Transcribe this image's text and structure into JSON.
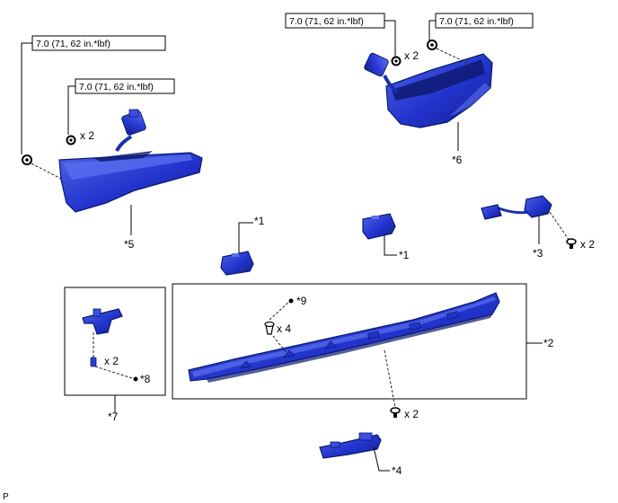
{
  "torque_labels": [
    "7.0 (71, 62 in.*lbf)",
    "7.0 (71, 62 in.*lbf)",
    "7.0 (71, 62 in.*lbf)",
    "7.0 (71, 62 in.*lbf)"
  ],
  "callouts": {
    "c5": "*5",
    "c6": "*6",
    "c1a": "*1",
    "c1b": "*1",
    "c3": "*3",
    "c9": "*9",
    "c2": "*2",
    "c7": "*7",
    "c8": "*8",
    "c4": "*4"
  },
  "quantities": {
    "q_left_bolt": "x 2",
    "q_right_bolt": "x 2",
    "q_screw_3": "x 2",
    "q_clip_9": "x 4",
    "q_clip_8": "x 2",
    "q_screw_2": "x 2"
  },
  "corner_mark": "P",
  "colors": {
    "part_blue": "#2233cc",
    "part_dark": "#0b1a6e",
    "part_light": "#4d63e8"
  },
  "icons": [
    "bolt-icon",
    "screw-icon",
    "clip-icon",
    "fastener-dot-icon"
  ]
}
